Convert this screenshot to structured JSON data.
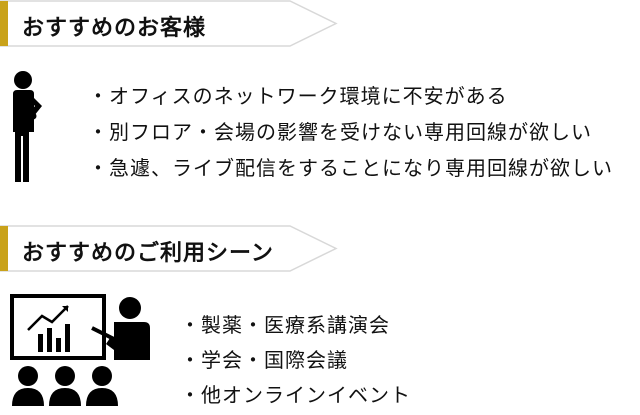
{
  "section1": {
    "title": "おすすめのお客様",
    "icon": "thinking-person-icon",
    "items": [
      "・オフィスのネットワーク環境に不安がある",
      "・別フロア・会場の影響を受けない専用回線が欲しい",
      "・急遽、ライブ配信をすることになり専用回線が欲しい"
    ]
  },
  "section2": {
    "title": "おすすめのご利用シーン",
    "icon": "presentation-audience-icon",
    "items": [
      "・製薬・医療系講演会",
      "・学会・国際会議",
      "・他オンラインイベント"
    ]
  },
  "colors": {
    "banner_accent": "#c9a21a",
    "banner_fill": "#ffffff",
    "banner_border": "#d8d8d8",
    "icon": "#000000",
    "text": "#111111"
  }
}
